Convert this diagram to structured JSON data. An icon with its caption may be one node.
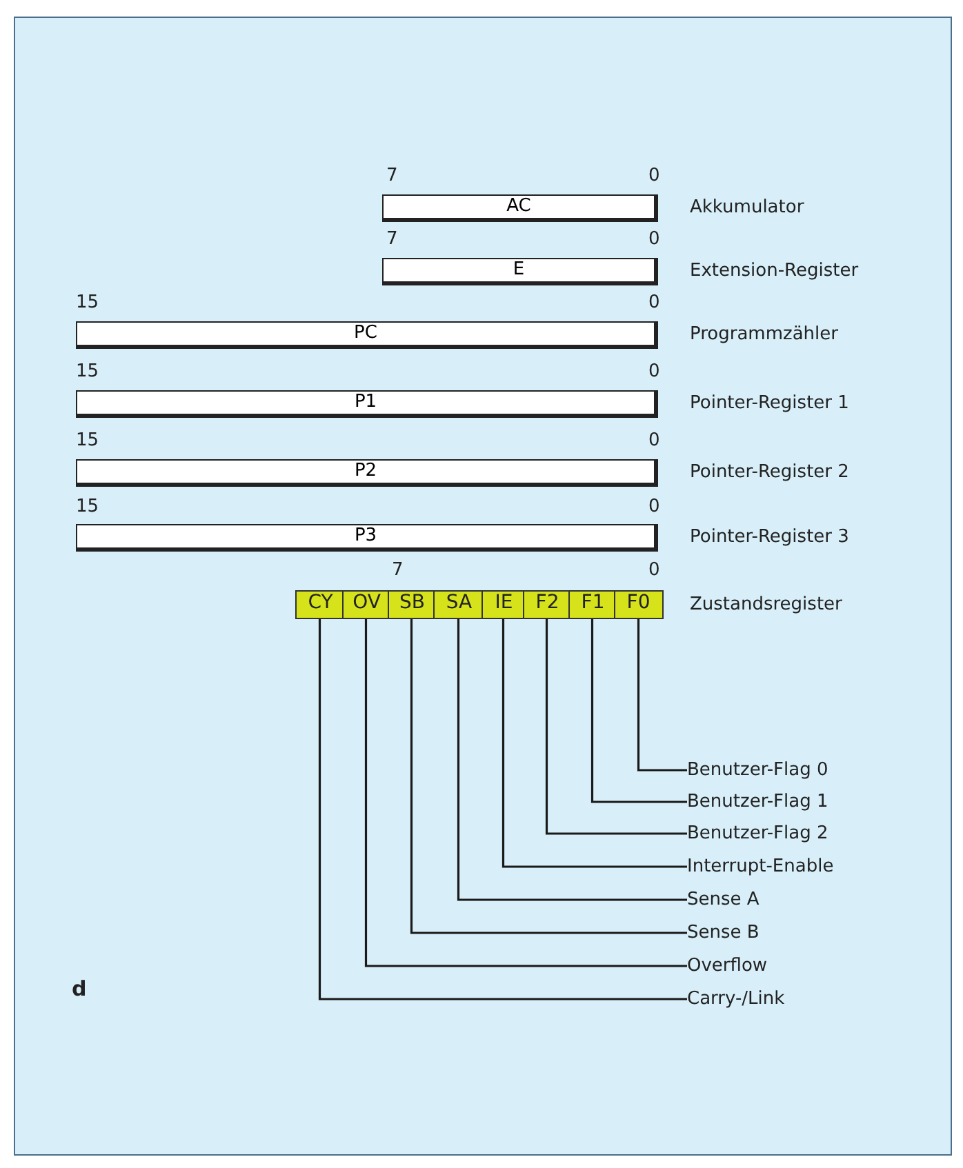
{
  "diagram": {
    "nodes": [
      {
        "text": [
          "AC"
        ],
        "beside": [
          "Akkumulator"
        ]
      },
      {
        "text": [
          "E"
        ],
        "beside": [
          "Extension-Register"
        ]
      },
      {
        "text": [
          "PC"
        ],
        "beside": [
          "Programmzähler"
        ]
      },
      {
        "text": [
          "P1"
        ],
        "beside": [
          "Pointer-Register 1"
        ]
      },
      {
        "text": [
          "P2"
        ],
        "beside": [
          "Pointer-Register 2"
        ]
      },
      {
        "text": [
          "P3"
        ],
        "beside": [
          "Pointer-Register 3"
        ]
      },
      {
        "text": [
          "CY"
        ]
      },
      {
        "text": [
          "OV"
        ]
      },
      {
        "text": [
          "SB"
        ]
      },
      {
        "text": [
          "SA"
        ]
      },
      {
        "text": [
          "IE"
        ]
      },
      {
        "text": [
          "F2"
        ]
      },
      {
        "text": [
          "F1"
        ]
      },
      {
        "text": [
          "F0"
        ]
      },
      {
        "text": [
          "Benutzer-Flag 0"
        ]
      },
      {
        "text": [
          "Benutzer-Flag 1"
        ]
      },
      {
        "text": [
          "Benutzer-Flag 2"
        ]
      },
      {
        "text": [
          "Interrupt-Enable"
        ]
      },
      {
        "text": [
          "Sense A"
        ]
      },
      {
        "text": [
          "Sense B"
        ]
      },
      {
        "text": [
          "Overflow"
        ]
      },
      {
        "text": [
          "Carry-/Link"
        ]
      }
    ],
    "edges": [
      {
        "from": 13,
        "to": 14,
        "arrow": "none"
      },
      {
        "from": 12,
        "to": 15,
        "arrow": "none"
      },
      {
        "from": 11,
        "to": 16,
        "arrow": "none"
      },
      {
        "from": 10,
        "to": 17,
        "arrow": "none"
      },
      {
        "from": 9,
        "to": 18,
        "arrow": "none"
      },
      {
        "from": 8,
        "to": 19,
        "arrow": "none"
      },
      {
        "from": 7,
        "to": 20,
        "arrow": "none"
      },
      {
        "from": 6,
        "to": 21,
        "arrow": "none"
      }
    ],
    "labels": [
      "7",
      "0",
      "7",
      "0",
      "15",
      "0",
      "15",
      "0",
      "15",
      "0",
      "15",
      "0",
      "7",
      "0",
      "Zustandsregister",
      "d"
    ]
  }
}
